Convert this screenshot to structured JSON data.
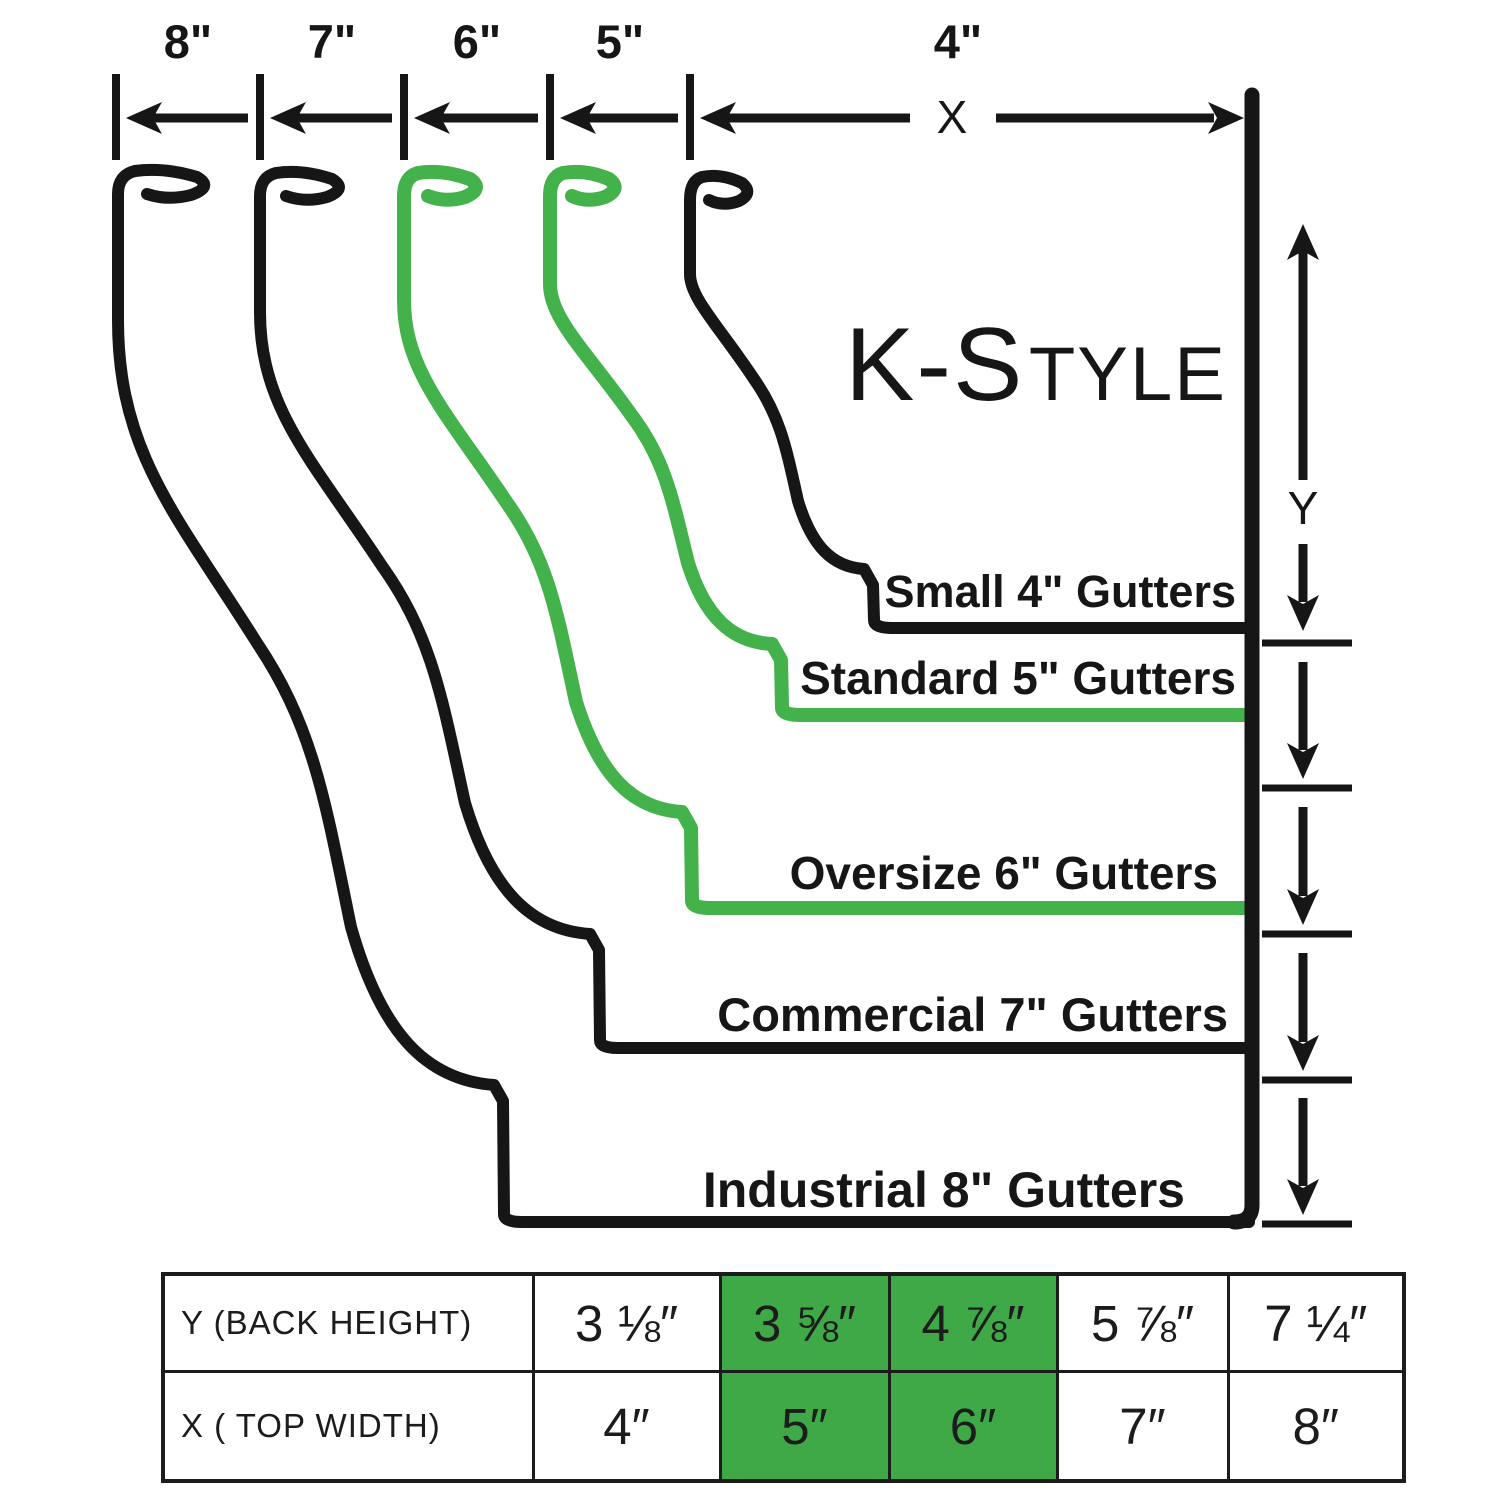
{
  "title": {
    "main": "K-S",
    "small": "TYLE"
  },
  "top_dims": {
    "sizes": [
      "8\"",
      "7\"",
      "6\"",
      "5\"",
      "4\""
    ],
    "x_label": "X"
  },
  "right_dims": {
    "y_label": "Y"
  },
  "gutters": [
    {
      "label": "Small 4\" Gutters",
      "size": "4\"",
      "color": "black"
    },
    {
      "label": "Standard 5\" Gutters",
      "size": "5\"",
      "color": "green"
    },
    {
      "label": "Oversize 6\" Gutters",
      "size": "6\"",
      "color": "green"
    },
    {
      "label": "Commercial 7\" Gutters",
      "size": "7\"",
      "color": "black"
    },
    {
      "label": "Industrial 8\" Gutters",
      "size": "8\"",
      "color": "black"
    }
  ],
  "table": {
    "rows": [
      {
        "header": "Y (BACK HEIGHT)",
        "values": [
          "3 ⅛″",
          "3 ⅝″",
          "4 ⅞″",
          "5 ⅞″",
          "7 ¼″"
        ]
      },
      {
        "header": "X ( TOP WIDTH)",
        "values": [
          "4″",
          "5″",
          "6″",
          "7″",
          "8″"
        ]
      }
    ],
    "highlighted_columns": [
      1,
      2
    ]
  },
  "colors": {
    "line": "#161616",
    "green_stroke": "#44b24a",
    "green_fill": "#3ea946"
  }
}
